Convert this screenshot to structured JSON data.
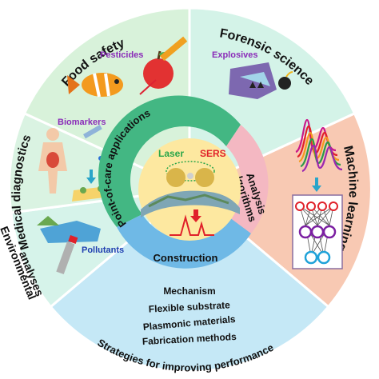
{
  "sectors": {
    "food_safety": {
      "label": "Food safety",
      "item": "Pesticides"
    },
    "forensic_science": {
      "label": "Forensic science",
      "item": "Explosives"
    },
    "machine_learning": {
      "label": "Machine learning"
    },
    "medical_diagnostics": {
      "label": "Medical diagnostics",
      "item": "Biomarkers"
    },
    "environmental": {
      "label_line1": "Environmental",
      "label_line2": "analyses",
      "item": "Pollutants"
    },
    "strategies": {
      "label": "Strategies for improving performance",
      "items": [
        "Mechanism",
        "Flexible substrate",
        "Plasmonic materials",
        "Fabrication methods"
      ]
    }
  },
  "inner_ring": {
    "poc": "Point-of-care applications",
    "analysis_line1": "Analysis",
    "analysis_line2": "lgorithms",
    "construction": "Construction"
  },
  "center": {
    "laser": "Laser",
    "sers": "SERS"
  },
  "colors": {
    "food_sector": "#d8f2da",
    "forensic_sector": "#d4f3e8",
    "ml_sector": "#f8c9b3",
    "medical_sector": "#daf3e2",
    "env_sector": "#d6f3ea",
    "strategies_sector": "#c5e8f6",
    "poc_ring": "#43b783",
    "analysis_ring": "#f4b8c2",
    "construction_ring": "#6fb9e6",
    "center_fill": "#fde8a0",
    "purple_text": "#8a2bb8",
    "blue_text": "#1f3fb0",
    "laser_text": "#2aa64a",
    "sers_text": "#e0212a"
  },
  "icons": [
    "fish-icon",
    "apple-icon",
    "syringe-icon",
    "explosives-bag-icon",
    "bomb-icon",
    "spectra-icon",
    "neural-network-icon",
    "human-body-icon",
    "molecule-icon",
    "virus-icon",
    "lake-icon",
    "pipe-icon",
    "nanoparticle-icon",
    "sers-peak-icon"
  ]
}
